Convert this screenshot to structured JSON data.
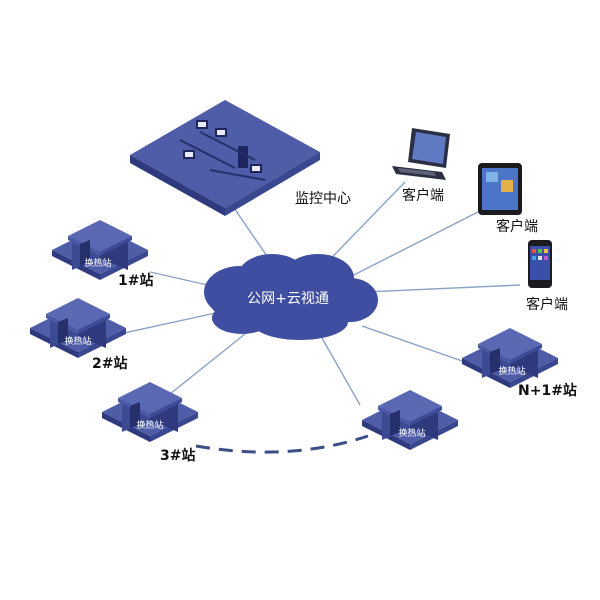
{
  "colors": {
    "building": "#4f5ca8",
    "building_dark": "#2f3a7e",
    "cloud": "#3f4ea0",
    "line": "#7f9bc2",
    "dash": "#3b4f86"
  },
  "network": {
    "cloud_label": "公网+云视通"
  },
  "monitoring_center": {
    "label": "监控中心"
  },
  "clients": [
    {
      "device": "laptop-icon",
      "label": "客户端"
    },
    {
      "device": "tablet-icon",
      "label": "客户端"
    },
    {
      "device": "phone-icon",
      "label": "客户端"
    }
  ],
  "stations": [
    {
      "label": "1#站",
      "sign": "换热站"
    },
    {
      "label": "2#站",
      "sign": "换热站"
    },
    {
      "label": "3#站",
      "sign": "换热站"
    },
    {
      "label": "N+1#站",
      "sign": "换热站"
    },
    {
      "label": "",
      "sign": "换热站"
    }
  ]
}
